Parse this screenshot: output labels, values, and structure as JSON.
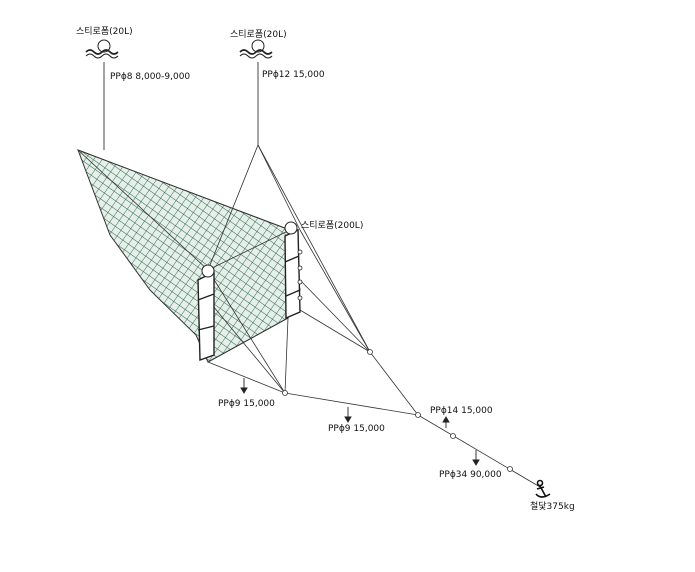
{
  "floats": {
    "top_left_label": "스티로폼(20L)",
    "top_right_label": "스티로폼(20L)",
    "mouth_label": "스티로폼(200L)"
  },
  "ropes": {
    "float_line_left": "PPϕ8 8,000-9,000",
    "float_line_right": "PPϕ12  15,000",
    "bridle_lower": "PPϕ9  15,000",
    "main_line": "PPϕ9  15,000",
    "upper_line": "PPϕ14  15,000",
    "anchor_line": "PPϕ34  90,000"
  },
  "anchor": {
    "label": "철닻375kg",
    "icon": "anchor-icon"
  },
  "colors": {
    "net_mesh": "#1f5a44",
    "net_fill": "#cfe3d6",
    "line": "#333333"
  }
}
